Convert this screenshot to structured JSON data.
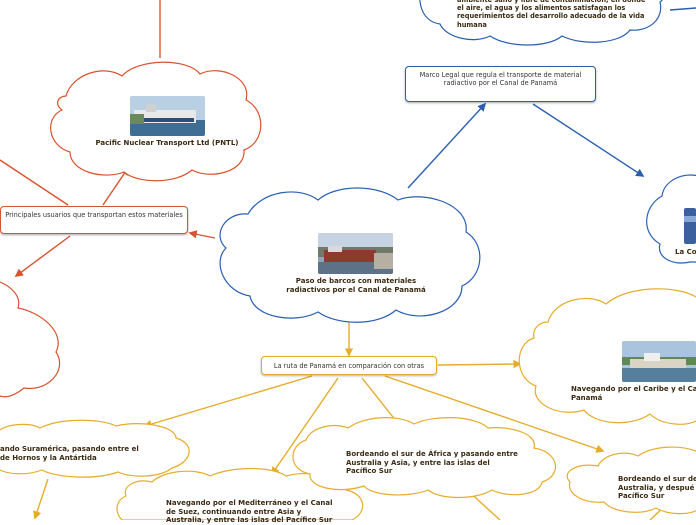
{
  "central": {
    "label": "Paso de barcos con materiales radiactivos por el Canal de Panamá",
    "image": "ship-in-canal-photo"
  },
  "left_branch": {
    "label": "Principales usuarios que transportan estos materiales",
    "child": {
      "label": "Pacific Nuclear Transport Ltd (PNTL)",
      "image": "nuclear-transport-ship-photo"
    }
  },
  "top_branch": {
    "label": "Marco Legal que regula el transporte de material radiactivo por el Canal de Panamá",
    "child_partial": "ambiente sano y libre de contaminación, en donde el aire, el agua y los alimentos satisfagan los requerimientos del desarrollo adecuado de la vida humana",
    "right_partial": "La Co"
  },
  "bottom_branch": {
    "label": "La ruta de Panamá en comparación con otras",
    "routes": [
      {
        "label": "ando Suramérica, pasando entre el de Hornos y la Antártida"
      },
      {
        "label": "Navegando por el Mediterráneo y el Canal de Suez, continuando entre Asia y Australia, y entre las islas del Pacífico Sur"
      },
      {
        "label": "Bordeando el sur de África y pasando entre Australia y Asia, y entre las islas del Pacífico Sur"
      },
      {
        "label": "Bordeando el sur de Australia, y despué Pacífico Sur"
      },
      {
        "label": "Navegando por el Caribe y el Ca Panamá",
        "image": "canal-locks-photo"
      }
    ]
  },
  "colors": {
    "blue": "#2a5fb0",
    "red": "#d8532e",
    "yellow": "#e6ad2a",
    "central_cloud": "#2a5fb0",
    "left_cloud": "#d8532e"
  }
}
